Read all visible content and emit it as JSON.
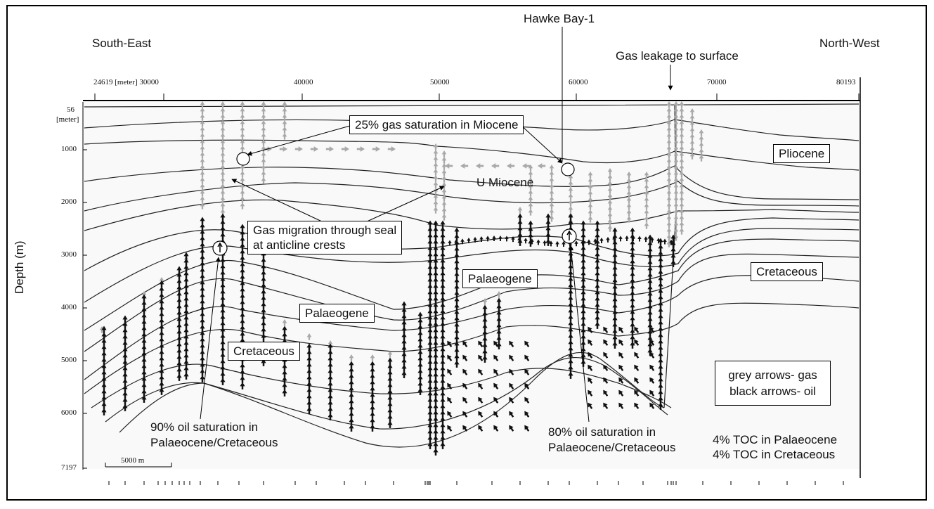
{
  "direction": {
    "left": "South-East",
    "right": "North-West"
  },
  "well": {
    "name": "Hawke Bay-1"
  },
  "top_axis": {
    "ticks": [
      "24619 [meter] 30000",
      "40000",
      "50000",
      "60000",
      "70000",
      "80193"
    ]
  },
  "left_axis": {
    "title": "Depth (m)",
    "unit": "[meter]",
    "ticks": [
      "56",
      "1000",
      "2000",
      "3000",
      "4000",
      "5000",
      "6000",
      "7197"
    ]
  },
  "scale_bar": "5000 m",
  "units": {
    "pliocene": "Pliocene",
    "u_miocene": "U Miocene",
    "cretaceous_right": "Cretaceous",
    "palaeogene_center": "Palaeogene",
    "palaeogene_left": "Palaeogene",
    "cretaceous_left": "Cretaceous"
  },
  "annotations": {
    "gas_leakage": "Gas leakage to surface",
    "gas_saturation": "25% gas saturation in Miocene",
    "gas_migration_1": "Gas migration through seal",
    "gas_migration_2": "at anticline crests",
    "oil_left_1": "90% oil saturation in",
    "oil_left_2": "Palaeocene/Cretaceous",
    "oil_center_1": "80% oil saturation in",
    "oil_center_2": "Palaeocene/Cretaceous",
    "toc_1": "4% TOC in Palaeocene",
    "toc_2": "4% TOC in Cretaceous"
  },
  "legend": {
    "gas": "grey arrows- gas",
    "oil": "black arrows- oil"
  },
  "colors": {
    "gas": "#a9a9a9",
    "oil": "#111111",
    "horizon": "#222222"
  }
}
